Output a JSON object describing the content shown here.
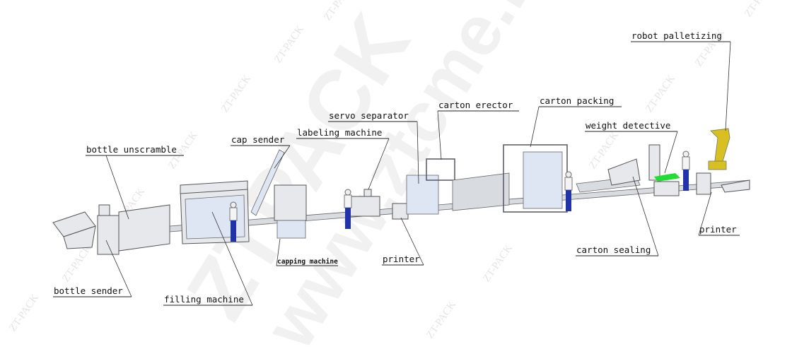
{
  "watermark": {
    "small": "ZT-PACK",
    "large_1": "ZTPACK",
    "large_2": "www.ztcme.net"
  },
  "labels": {
    "robot_palletizing": "robot palletizing",
    "carton_packing": "carton packing",
    "carton_erector": "carton erector",
    "servo_separator": "servo separator",
    "labeling_machine": "labeling machine",
    "weight_detective": "weight detective",
    "cap_sender": "cap sender",
    "bottle_unscramble": "bottle unscramble",
    "bottle_sender": "bottle sender",
    "filling_machine": "filling machine",
    "capping_machine": "capping machine",
    "printer_1": "printer",
    "carton_sealing": "carton sealing",
    "printer_2": "printer"
  },
  "colors": {
    "robot": "#d8c020",
    "weight_pad": "#22dd33",
    "worker_pants": "#2233aa"
  }
}
